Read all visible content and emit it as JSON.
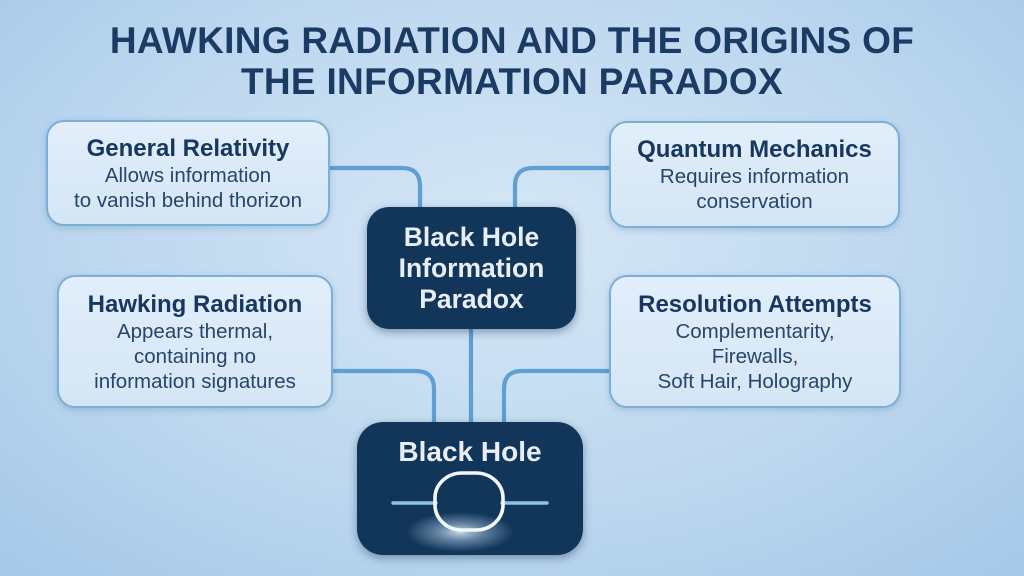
{
  "title": {
    "line1": "HAWKING RADIATION AND THE ORIGINS OF",
    "line2": "THE INFORMATION PARADOX"
  },
  "nodes": {
    "general_relativity": {
      "heading": "General Relativity",
      "body": [
        "Allows information",
        "to vanish behind thorizon"
      ]
    },
    "quantum_mechanics": {
      "heading": "Quantum Mechanics",
      "body": [
        "Requires information",
        "conservation"
      ]
    },
    "hawking_radiation": {
      "heading": "Hawking Radiation",
      "body": [
        "Appears thermal,",
        "containing no",
        "information signatures"
      ]
    },
    "resolution_attempts": {
      "heading": "Resolution Attempts",
      "body": [
        "Complementarity,",
        "Firewalls,",
        "Soft Hair, Holography"
      ]
    },
    "center": {
      "lines": [
        "Black Hole",
        "Information",
        "Paradox"
      ]
    },
    "black_hole": {
      "label": "Black Hole",
      "icon": "black-hole-event-horizon-icon"
    }
  },
  "colors": {
    "background_center": "#d6e7f6",
    "background_edge": "#a4c8e8",
    "title_text": "#1b3a64",
    "box_fill": "#d4e6f6",
    "box_border": "#79b0d9",
    "box_heading": "#16375f",
    "box_body": "#27456b",
    "dark_fill": "#12355a",
    "dark_text": "#e8eef5",
    "connector": "#5f9fd4",
    "horizon_line": "#8fc0e8",
    "horizon_ring": "#f2f7fc"
  }
}
